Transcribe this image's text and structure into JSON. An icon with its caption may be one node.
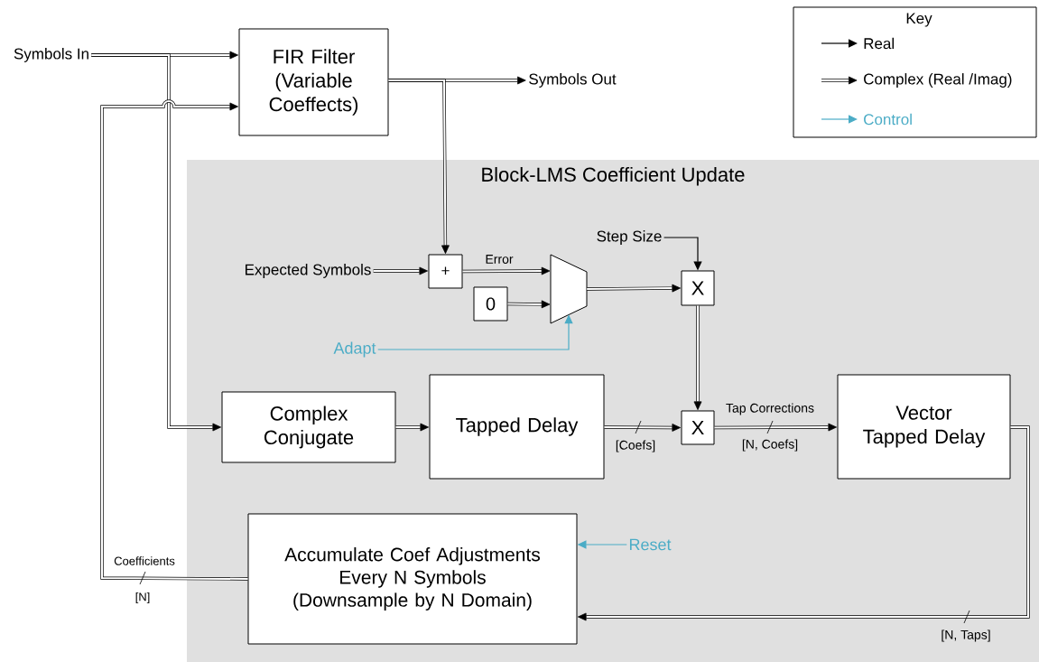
{
  "diagram": {
    "nodes": [
      {
        "text": [
          "Symbols In"
        ]
      },
      {
        "text": [
          "FIR Filter (Variable Coeffects)"
        ]
      },
      {
        "text": [
          "Symbols Out"
        ]
      },
      {
        "text": [
          "Block-LMS Coefficient Update"
        ]
      },
      {
        "text": [
          "Expected Symbols"
        ],
        "in": 3
      },
      {
        "text": [
          "+"
        ],
        "in": 3
      },
      {
        "text": [
          "0"
        ],
        "in": 3
      },
      {
        "text": [],
        "shape": "trapezoid",
        "in": 3
      },
      {
        "text": [
          "Step Size"
        ],
        "in": 3
      },
      {
        "text": [
          "X"
        ],
        "in": 3
      },
      {
        "text": [
          "Adapt"
        ],
        "in": 3
      },
      {
        "text": [
          "Complex Conjugate"
        ],
        "in": 3
      },
      {
        "text": [
          "Tapped Delay"
        ],
        "in": 3
      },
      {
        "text": [
          "X"
        ],
        "in": 3
      },
      {
        "text": [
          "Vector Tapped Delay"
        ],
        "in": 3
      },
      {
        "text": [
          "Accumulate Coef Adjustments Every N Symbols (Downsample by N Domain)"
        ],
        "in": 3
      },
      {
        "text": [
          "Reset"
        ],
        "in": 3
      }
    ],
    "edges": [
      {
        "from": 0,
        "to": 1,
        "arrow": "to"
      },
      {
        "from": 0,
        "to": 11,
        "arrow": "to"
      },
      {
        "from": 15,
        "to": 1,
        "arrow": "to",
        "label": "Coefficients"
      },
      {
        "from": 1,
        "to": 2,
        "arrow": "to"
      },
      {
        "from": 1,
        "to": 5,
        "arrow": "to"
      },
      {
        "from": 4,
        "to": 5,
        "arrow": "to"
      },
      {
        "from": 5,
        "to": 7,
        "arrow": "to",
        "label": "Error"
      },
      {
        "from": 6,
        "to": 7,
        "arrow": "to"
      },
      {
        "from": 10,
        "to": 7,
        "arrow": "to",
        "color": "#4bacc6"
      },
      {
        "from": 8,
        "to": 9,
        "arrow": "to"
      },
      {
        "from": 7,
        "to": 9,
        "arrow": "to"
      },
      {
        "from": 9,
        "to": 13,
        "arrow": "to"
      },
      {
        "from": 11,
        "to": 12,
        "arrow": "to"
      },
      {
        "from": 12,
        "to": 13,
        "arrow": "to",
        "label": "[Coefs]"
      },
      {
        "from": 13,
        "to": 14,
        "arrow": "to",
        "label": "Tap Corrections"
      },
      {
        "from": 14,
        "to": 15,
        "arrow": "to",
        "label": "[N, Taps]"
      },
      {
        "from": 16,
        "to": 15,
        "arrow": "to",
        "color": "#4bacc6"
      }
    ],
    "labels": [
      "Key",
      "[N]",
      "[N, Coefs]"
    ],
    "legend": [
      {
        "text": "Real"
      },
      {
        "text": "Complex (Real /Imag)"
      },
      {
        "text": "Control"
      }
    ]
  }
}
